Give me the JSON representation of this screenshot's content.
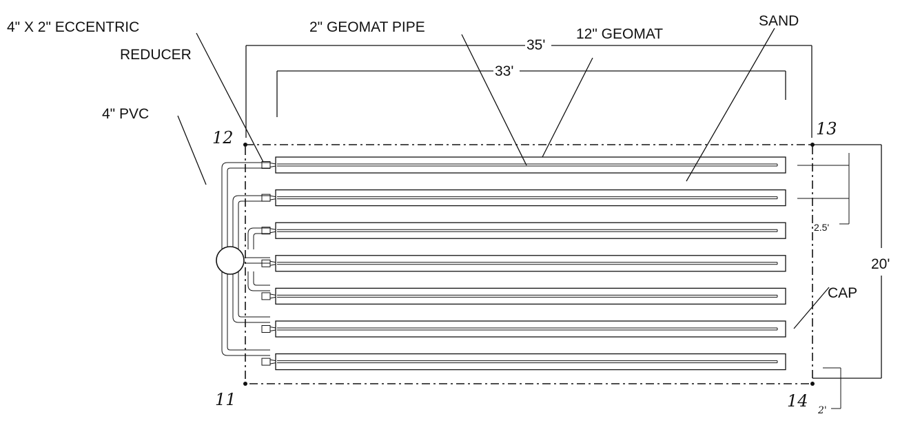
{
  "labels": {
    "reducer_line1": "4\" X 2\" ECCENTRIC",
    "reducer_line2": "REDUCER",
    "pipe": "2\" GEOMAT PIPE",
    "geomat": "12\" GEOMAT",
    "sand": "SAND",
    "pvc": "4\" PVC",
    "cap": "CAP"
  },
  "dimensions": {
    "outer_length": "35'",
    "inner_length": "33'",
    "width": "20'",
    "spacing": "2.5'",
    "edge": "2'"
  },
  "corners": {
    "top_left": "12",
    "top_right": "13",
    "bottom_left": "11",
    "bottom_right": "14"
  },
  "geomat_rows": 7
}
